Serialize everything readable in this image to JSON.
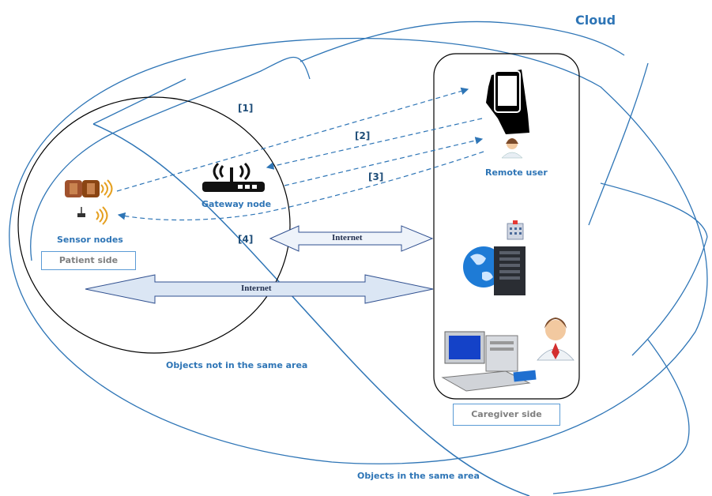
{
  "labels": {
    "cloud": "Cloud",
    "sensor_nodes": "Sensor nodes",
    "gateway_node": "Gateway node",
    "remote_user": "Remote user",
    "patient_side": "Patient side",
    "caregiver_side": "Caregiver side",
    "not_same_area": "Objects not in the same area",
    "same_area": "Objects in the same area",
    "internet_small": "Internet",
    "internet_large": "Internet"
  },
  "links": [
    {
      "num": "[1]"
    },
    {
      "num": "[2]"
    },
    {
      "num": "[3]"
    },
    {
      "num": "[4]"
    }
  ],
  "colors": {
    "accent": "#2e75b6",
    "line": "#5b9bd5",
    "arrow_fill": "#dbe6f4",
    "arrow_stroke": "#2f4f8f"
  },
  "icons": [
    "body-sensor-icon",
    "wifi-icon",
    "sensor-device-icon",
    "router-icon",
    "smartphone-icon",
    "doctor-icon",
    "hospital-icon",
    "globe-server-icon",
    "desktop-computer-icon"
  ]
}
